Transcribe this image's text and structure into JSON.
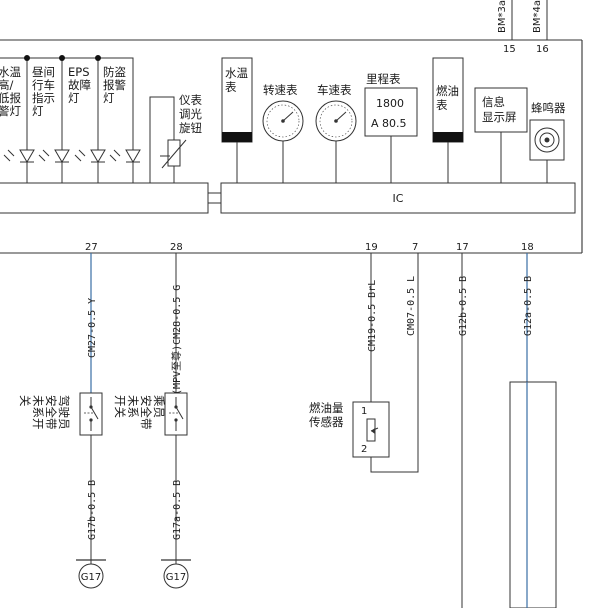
{
  "top_connectors": [
    {
      "label": "BM*3a",
      "pin": "15"
    },
    {
      "label": "BM*4a",
      "pin": "16"
    }
  ],
  "lamps": [
    {
      "lines": [
        "水温",
        "高/",
        "低报",
        "警灯"
      ]
    },
    {
      "lines": [
        "昼间",
        "行车",
        "指示",
        "灯"
      ]
    },
    {
      "lines": [
        "EPS",
        "故障",
        "灯"
      ]
    },
    {
      "lines": [
        "防盗",
        "报警",
        "灯"
      ]
    }
  ],
  "dimmer": {
    "lines": [
      "仪表",
      "调光",
      "旋钮"
    ]
  },
  "gauges": {
    "water_temp": {
      "lines": [
        "水温",
        "表"
      ]
    },
    "tachometer": {
      "label": "转速表"
    },
    "speedometer": {
      "label": "车速表"
    },
    "odometer": {
      "label": "里程表",
      "value1": "1800",
      "value2": "A 80.5"
    },
    "fuel": {
      "lines": [
        "燃油",
        "表"
      ]
    },
    "info_display": {
      "lines": [
        "信息",
        "显示屏"
      ]
    },
    "buzzer": {
      "label": "蜂鸣器"
    }
  },
  "ic_label": "IC",
  "bottom_pins": [
    "27",
    "28",
    "19",
    "7",
    "17",
    "18"
  ],
  "wires": {
    "w27": "CM27-0.5 Y",
    "w28": "(MPV至尊)CM28-0.5 G",
    "w19": "CM19-0.5 BrL",
    "w7": "CM07-0.5 L",
    "w17": "G12b-0.5 B",
    "w18": "G12a-0.5 B",
    "g17b": "G17b-0.5 B",
    "g17a": "G17a-0.5 B"
  },
  "driver_switch": {
    "lines": [
      "驾驶员",
      "安全带",
      "未系开",
      "关"
    ]
  },
  "passenger_switch": {
    "lines": [
      "乘员",
      "安全带",
      "未系",
      "开关"
    ]
  },
  "fuel_sender": {
    "lines": [
      "燃油量",
      "传感器"
    ],
    "pin1": "1",
    "pin2": "2"
  },
  "ground_label": "G17"
}
